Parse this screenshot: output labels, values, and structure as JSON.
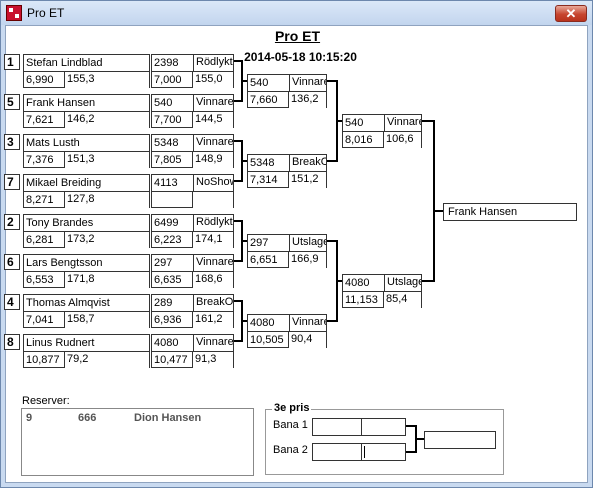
{
  "window": {
    "title": "Pro ET",
    "close_symbol": "✕"
  },
  "heading": "Pro ET",
  "datetime": "2014-05-18 10:15:20",
  "round1": [
    {
      "seed": "1",
      "name": "Stefan Lindblad",
      "a": "6,990",
      "b": "155,3"
    },
    {
      "seed": "5",
      "name": "Frank Hansen",
      "a": "7,621",
      "b": "146,2"
    },
    {
      "seed": "3",
      "name": "Mats Lusth",
      "a": "7,376",
      "b": "151,3"
    },
    {
      "seed": "7",
      "name": "Mikael Breiding",
      "a": "8,271",
      "b": "127,8"
    },
    {
      "seed": "2",
      "name": "Tony Brandes",
      "a": "6,281",
      "b": "173,2"
    },
    {
      "seed": "6",
      "name": "Lars Bengtsson",
      "a": "6,553",
      "b": "171,8"
    },
    {
      "seed": "4",
      "name": "Thomas Almqvist",
      "a": "7,041",
      "b": "158,7"
    },
    {
      "seed": "8",
      "name": "Linus Rudnert",
      "a": "10,877",
      "b": "79,2"
    }
  ],
  "round1_results": [
    {
      "num": "2398",
      "status": "Rödlyktan",
      "a": "7,000",
      "b": "155,0"
    },
    {
      "num": "540",
      "status": "Vinnare",
      "a": "7,700",
      "b": "144,5"
    },
    {
      "num": "5348",
      "status": "Vinnare",
      "a": "7,805",
      "b": "148,9"
    },
    {
      "num": "4113",
      "status": "NoShow",
      "a": "",
      "b": ""
    },
    {
      "num": "6499",
      "status": "Rödlyktan",
      "a": "6,223",
      "b": "174,1"
    },
    {
      "num": "297",
      "status": "Vinnare",
      "a": "6,635",
      "b": "168,6"
    },
    {
      "num": "289",
      "status": "BreakOut",
      "a": "6,936",
      "b": "161,2"
    },
    {
      "num": "4080",
      "status": "Vinnare",
      "a": "10,477",
      "b": "91,3"
    }
  ],
  "round2": [
    {
      "num": "540",
      "status": "Vinnare",
      "a": "7,660",
      "b": "136,2"
    },
    {
      "num": "5348",
      "status": "BreakOut",
      "a": "7,314",
      "b": "151,2"
    },
    {
      "num": "297",
      "status": "Utslagen",
      "a": "6,651",
      "b": "166,9"
    },
    {
      "num": "4080",
      "status": "Vinnare",
      "a": "10,505",
      "b": "90,4"
    }
  ],
  "round3": [
    {
      "num": "540",
      "status": "Vinnare",
      "a": "8,016",
      "b": "106,6"
    },
    {
      "num": "4080",
      "status": "Utslagen",
      "a": "11,153",
      "b": "85,4"
    }
  ],
  "winner": "Frank Hansen",
  "reserves": {
    "label": "Reserver:",
    "entries": [
      {
        "num": "9",
        "car": "666",
        "name": "Dion Hansen"
      }
    ]
  },
  "third_prize": {
    "label": "3e pris",
    "lane1": "Bana 1",
    "lane2": "Bana 2"
  }
}
